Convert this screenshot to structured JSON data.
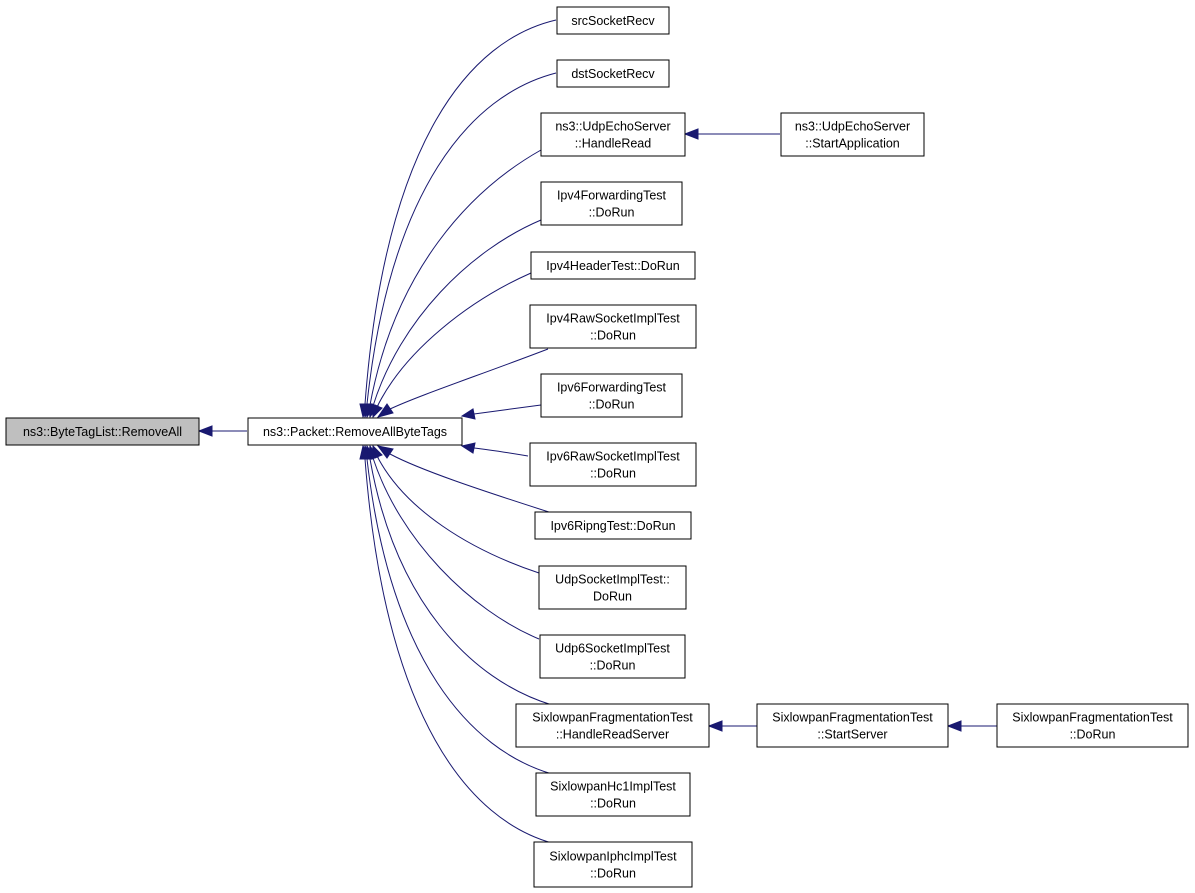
{
  "nodes": {
    "byteTagListRemoveAll": [
      "ns3::ByteTagList::RemoveAll"
    ],
    "packetRemoveAllByteTags": [
      "ns3::Packet::RemoveAllByteTags"
    ],
    "srcSocketRecv": [
      "srcSocketRecv"
    ],
    "dstSocketRecv": [
      "dstSocketRecv"
    ],
    "udpEchoServerHandleRead": [
      "ns3::UdpEchoServer",
      "::HandleRead"
    ],
    "udpEchoServerStartApplication": [
      "ns3::UdpEchoServer",
      "::StartApplication"
    ],
    "ipv4ForwardingTestDoRun": [
      "Ipv4ForwardingTest",
      "::DoRun"
    ],
    "ipv4HeaderTestDoRun": [
      "Ipv4HeaderTest::DoRun"
    ],
    "ipv4RawSocketImplTestDoRun": [
      "Ipv4RawSocketImplTest",
      "::DoRun"
    ],
    "ipv6ForwardingTestDoRun": [
      "Ipv6ForwardingTest",
      "::DoRun"
    ],
    "ipv6RawSocketImplTestDoRun": [
      "Ipv6RawSocketImplTest",
      "::DoRun"
    ],
    "ipv6RipngTestDoRun": [
      "Ipv6RipngTest::DoRun"
    ],
    "udpSocketImplTestDoRun": [
      "UdpSocketImplTest::",
      "DoRun"
    ],
    "udp6SocketImplTestDoRun": [
      "Udp6SocketImplTest",
      "::DoRun"
    ],
    "sixlowpanFragHandleReadServer": [
      "SixlowpanFragmentationTest",
      "::HandleReadServer"
    ],
    "sixlowpanFragStartServer": [
      "SixlowpanFragmentationTest",
      "::StartServer"
    ],
    "sixlowpanFragDoRun": [
      "SixlowpanFragmentationTest",
      "::DoRun"
    ],
    "sixlowpanHc1ImplTestDoRun": [
      "SixlowpanHc1ImplTest",
      "::DoRun"
    ],
    "sixlowpanIphcImplTestDoRun": [
      "SixlowpanIphcImplTest",
      "::DoRun"
    ]
  },
  "colors": {
    "edge": "#191970",
    "root_fill": "#bfbfbf",
    "node_fill": "#ffffff",
    "node_border": "#000000"
  }
}
